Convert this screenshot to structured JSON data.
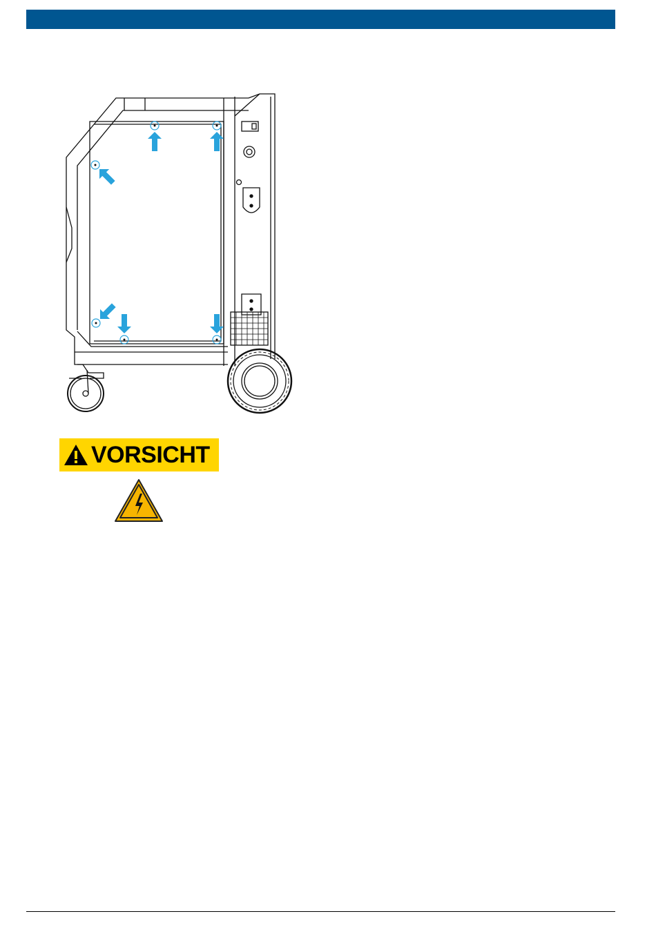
{
  "colors": {
    "header": "#005691",
    "caution_bg": "#FFD500",
    "arrow": "#29A3DC",
    "hv_sign_fill": "#F7B500",
    "line": "#000000"
  },
  "caution": {
    "label": "VORSICHT",
    "icon": "warning-triangle-icon"
  },
  "hazard_sign": {
    "icon": "high-voltage-icon"
  },
  "figure": {
    "arrows": [
      {
        "id": "top-left",
        "direction": "up"
      },
      {
        "id": "top-right",
        "direction": "up"
      },
      {
        "id": "corner-upper",
        "direction": "up-left"
      },
      {
        "id": "corner-lower",
        "direction": "down-left"
      },
      {
        "id": "bottom-left",
        "direction": "down"
      },
      {
        "id": "bottom-right",
        "direction": "down"
      }
    ]
  }
}
